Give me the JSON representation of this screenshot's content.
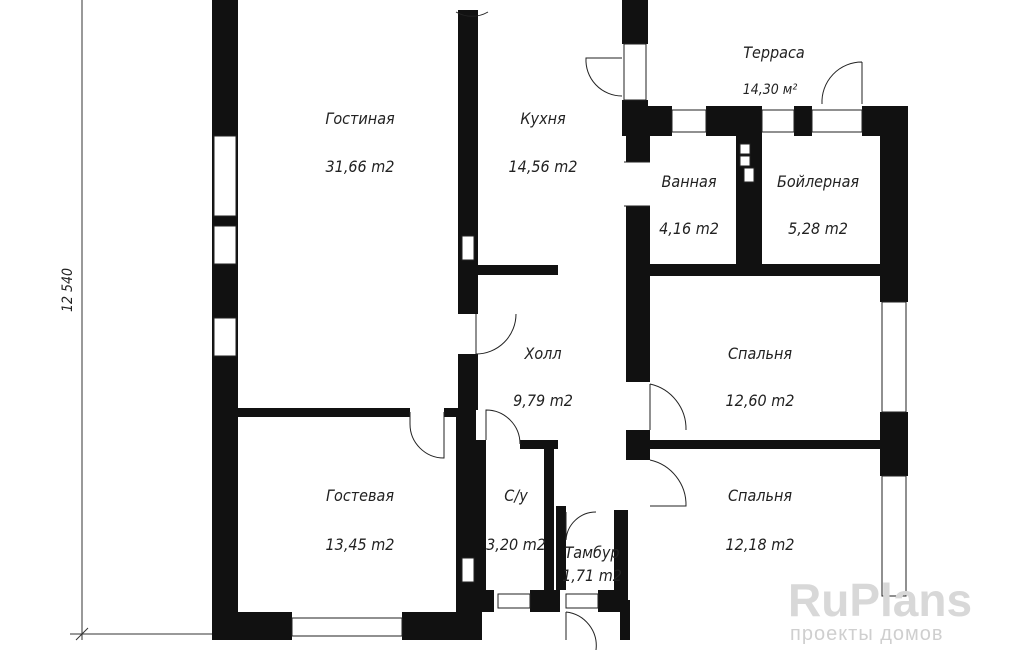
{
  "rooms": {
    "living": {
      "name": "Гостиная",
      "area": "31,66 m2"
    },
    "kitchen": {
      "name": "Кухня",
      "area": "14,56 m2"
    },
    "terrace": {
      "name": "Терраса",
      "area": "14,30 м²"
    },
    "bathroom": {
      "name": "Ванная",
      "area": "4,16 m2"
    },
    "boiler": {
      "name": "Бойлерная",
      "area": "5,28 m2"
    },
    "hall": {
      "name": "Холл",
      "area": "9,79 m2"
    },
    "bedroom1": {
      "name": "Спальня",
      "area": "12,60 m2"
    },
    "bedroom2": {
      "name": "Спальня",
      "area": "12,18 m2"
    },
    "guest": {
      "name": "Гостевая",
      "area": "13,45 m2"
    },
    "wc": {
      "name": "С/у",
      "area": "3,20 m2"
    },
    "vestibule": {
      "name": "Тамбур",
      "area": "1,71 m2"
    }
  },
  "dimensions": {
    "height": "12 540"
  },
  "watermark": {
    "brand": "RuPlans",
    "tagline": "проекты домов"
  }
}
